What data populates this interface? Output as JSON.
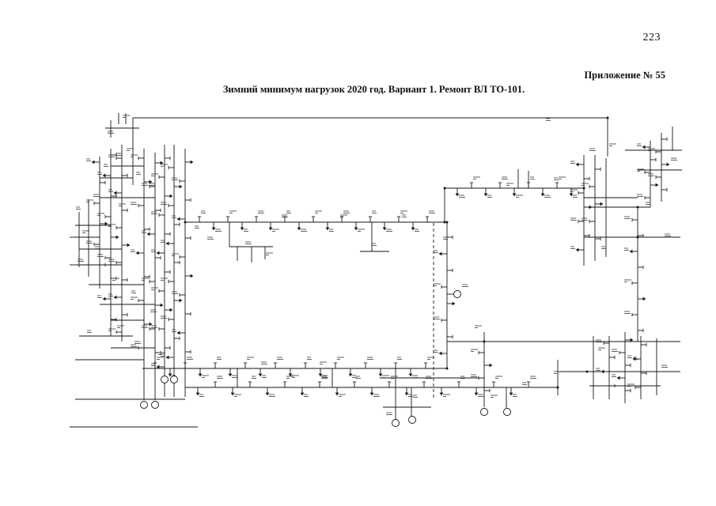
{
  "page": {
    "number": "223"
  },
  "header": {
    "appendix_label": "Приложение № 55",
    "title": "Зимний минимум нагрузок 2020 год. Вариант 1. Ремонт ВЛ ТО-101."
  },
  "diagram": {
    "name": "network-scheme",
    "line_color": "#151515"
  }
}
